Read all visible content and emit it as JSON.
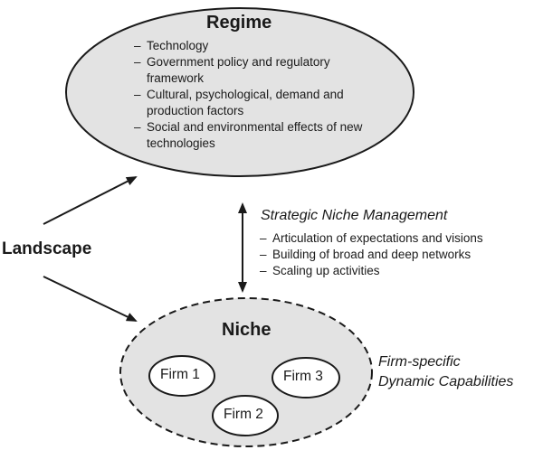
{
  "regime": {
    "title": "Regime",
    "items": [
      {
        "line1": "Technology",
        "line2": ""
      },
      {
        "line1": "Government policy and regulatory",
        "line2": "framework"
      },
      {
        "line1": "Cultural, psychological, demand and",
        "line2": "production factors"
      },
      {
        "line1": "Social and environmental effects of new",
        "line2": "technologies"
      }
    ]
  },
  "landscape": {
    "label": "Landscape"
  },
  "snm": {
    "title": "Strategic Niche Management",
    "items": [
      "Articulation of expectations and visions",
      "Building of broad and deep networks",
      "Scaling up activities"
    ]
  },
  "niche": {
    "title": "Niche",
    "firms": [
      "Firm 1",
      "Firm 2",
      "Firm 3"
    ]
  },
  "capabilities": {
    "line1": "Firm-specific",
    "line2": "Dynamic Capabilities"
  },
  "colors": {
    "fill": "#e3e3e3",
    "stroke": "#1a1a1a"
  }
}
